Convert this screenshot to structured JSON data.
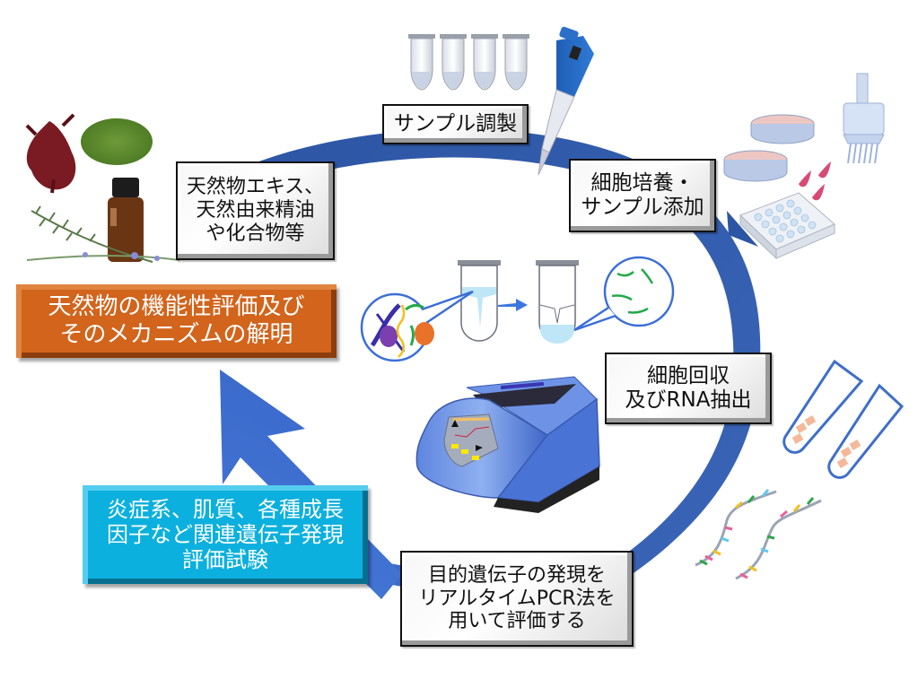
{
  "diagram": {
    "title_box": {
      "text": "天然物の機能性評価及び\nそのメカニズムの解明"
    },
    "materials_box": {
      "text": "天然物エキス、\n天然由来精油\nや化合物等"
    },
    "step_sample_prep": {
      "text": "サンプル調製"
    },
    "step_cell_culture": {
      "text": "細胞培養・\nサンプル添加"
    },
    "step_rna_extraction": {
      "text": "細胞回収\n及びRNA抽出"
    },
    "step_realtime_pcr": {
      "text": "目的遺伝子の発現を\nリアルタイムPCR法を\n用いて評価する"
    },
    "result_box": {
      "text": "炎症系、肌質、各種成長\n因子など関連遺伝子発現\n評価試験"
    },
    "colors": {
      "cycle_arrow": "#2f5aa8",
      "big_arrow": "#3f6fd0",
      "title_box": "#d2641c",
      "result_box": "#0cb0de",
      "callout_stroke": "#3b6fd6"
    }
  }
}
